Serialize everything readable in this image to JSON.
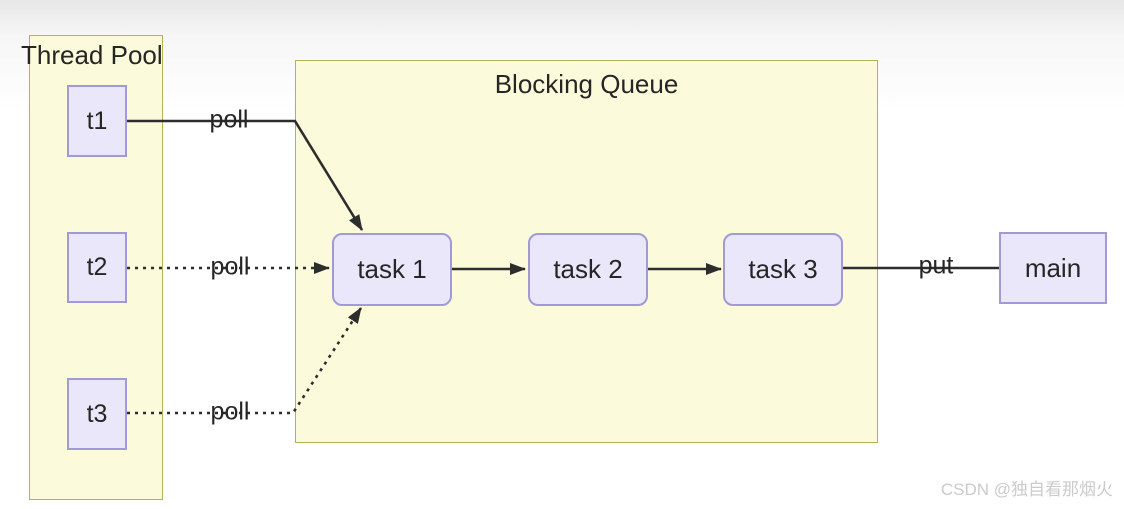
{
  "diagram": {
    "thread_pool": {
      "title": "Thread Pool",
      "threads": [
        {
          "label": "t1"
        },
        {
          "label": "t2"
        },
        {
          "label": "t3"
        }
      ]
    },
    "blocking_queue": {
      "title": "Blocking Queue",
      "tasks": [
        {
          "label": "task 1"
        },
        {
          "label": "task 2"
        },
        {
          "label": "task 3"
        }
      ]
    },
    "main_node": {
      "label": "main"
    },
    "edge_labels": {
      "t1_poll": "poll",
      "t2_poll": "poll",
      "t3_poll": "poll",
      "put": "put"
    },
    "colors": {
      "container_fill": "#fbfada",
      "container_border": "#b3b44f",
      "node_fill": "#e9e7f9",
      "node_border": "#a29ad6",
      "connector": "#2d2d2d",
      "text": "#262626",
      "watermark": "#cbcbcb"
    }
  },
  "watermark": {
    "text": "CSDN @独自看那烟火"
  }
}
